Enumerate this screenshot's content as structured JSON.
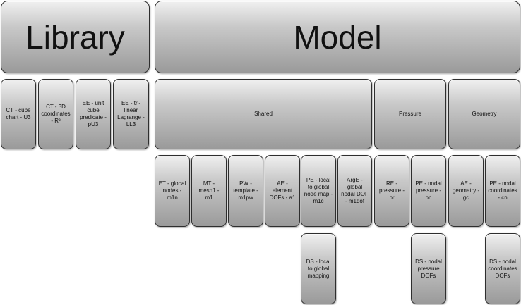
{
  "library": {
    "title": "Library",
    "items": [
      "CT - cube chart - U3",
      "CT - 3D coordinates - R³",
      "EE - unit cube predicate - pU3",
      "EE - tri-linear Lagrange - LL3"
    ]
  },
  "model": {
    "title": "Model",
    "groups": {
      "shared": "Shared",
      "pressure": "Pressure",
      "geometry": "Geometry"
    },
    "shared_items": [
      "ET - global nodes - m1n",
      "MT - mesh1 - m1",
      "PW - template - m1pw",
      "AE - element DOFs - a1",
      "PE - local to global node map - m1c",
      "ArgE - global nodal DOF - m1dof"
    ],
    "pressure_items": [
      "RE - pressure - pr",
      "PE - nodal pressure - pn"
    ],
    "geometry_items": [
      "AE - geometry - gc",
      "PE - nodal coordinates - cn"
    ],
    "data_sources": [
      "DS - local to global mapping",
      "DS - nodal pressure DOFs",
      "DS - nodal coordinates DOFs"
    ]
  }
}
